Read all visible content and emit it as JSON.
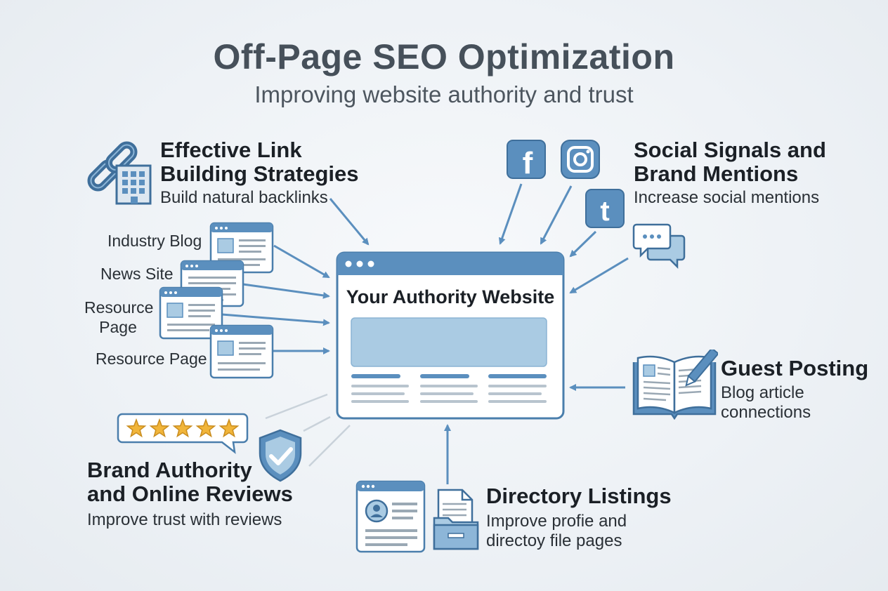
{
  "title": "Off-Page SEO Optimization",
  "subtitle": "Improving website authority and trust",
  "center": {
    "label": "Your Authority Website"
  },
  "link_building": {
    "heading_line1": "Effective Link",
    "heading_line2": "Building Strategies",
    "description": "Build natural backlinks",
    "sources": [
      {
        "label": "Industry Blog"
      },
      {
        "label": "News Site"
      },
      {
        "label_line1": "Resource",
        "label_line2": "Page"
      },
      {
        "label": "Resource Page"
      }
    ]
  },
  "social": {
    "heading_line1": "Social Signals and",
    "heading_line2": "Brand Mentions",
    "description": "Increase social mentions",
    "icons": [
      "facebook-icon",
      "instagram-icon",
      "tumblr-icon",
      "chat-bubbles-icon"
    ]
  },
  "guest": {
    "heading": "Guest Posting",
    "description_line1": "Blog article",
    "description_line2": "connections"
  },
  "reviews": {
    "heading_line1": "Brand Authority",
    "heading_line2": "and Online Reviews",
    "description": "Improve trust with reviews",
    "rating_stars": 5
  },
  "directory": {
    "heading": "Directory Listings",
    "description_line1": "Improve profie and",
    "description_line2": "directoy file pages"
  },
  "colors": {
    "accent": "#5b8fbe",
    "accent_dark": "#3f6f9b",
    "accent_light": "#aacbe3",
    "star": "#f1b53a",
    "text": "#1d2329",
    "title": "#46505a"
  }
}
